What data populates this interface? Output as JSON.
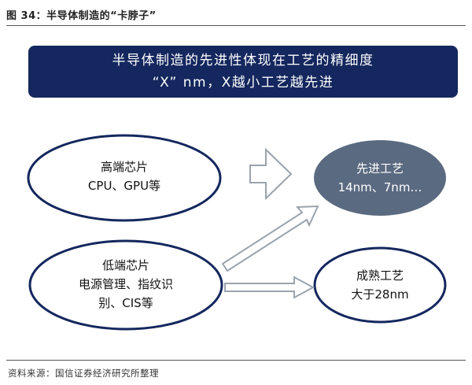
{
  "caption": "图 34：半导体制造的“卡脖子”",
  "banner": {
    "line1": "半导体制造的先进性体现在工艺的精细度",
    "line2": "“X” nm，X越小工艺越先进"
  },
  "nodes": {
    "high_end": {
      "title": "高端芯片",
      "detail": "CPU、GPU等"
    },
    "low_end": {
      "title": "低端芯片",
      "detail_line1": "电源管理、指纹识",
      "detail_line2": "别、CIS等"
    },
    "advanced": {
      "title": "先进工艺",
      "detail": "14nm、7nm…"
    },
    "mature": {
      "title": "成熟工艺",
      "detail": "大于28nm"
    }
  },
  "colors": {
    "banner_bg": "#14275e",
    "ellipse_border": "#14275e",
    "advanced_fill": "#5a6a80",
    "arrow_stroke": "#9aa3ad"
  },
  "source": "资料来源：国信证券经济研究所整理"
}
